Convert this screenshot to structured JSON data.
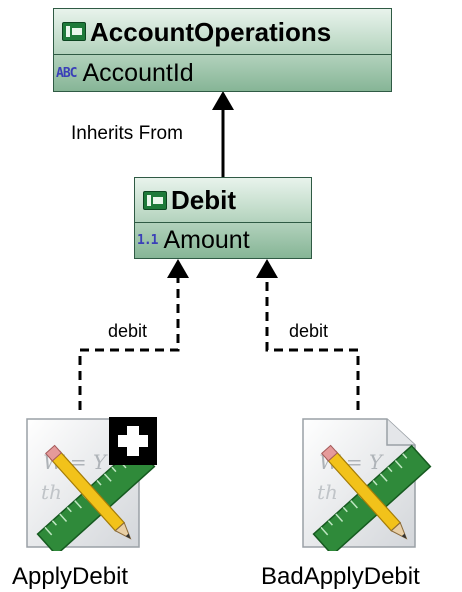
{
  "classes": {
    "account_operations": {
      "name": "AccountOperations",
      "attribute": {
        "name": "AccountId",
        "type_icon": "ABC"
      }
    },
    "debit": {
      "name": "Debit",
      "attribute": {
        "name": "Amount",
        "type_icon": "1.1"
      }
    }
  },
  "edges": {
    "inheritance_label": "Inherits From",
    "apply_debit_edge_label": "debit",
    "bad_apply_debit_edge_label": "debit"
  },
  "functions": {
    "apply_debit": {
      "name": "ApplyDebit",
      "icon": "ruler-pencil-icon",
      "badge": "add-icon"
    },
    "bad_apply_debit": {
      "name": "BadApplyDebit",
      "icon": "ruler-pencil-icon"
    }
  },
  "colors": {
    "class_fill_top": "#e8f3ec",
    "class_fill_bottom": "#86b596",
    "class_border": "#2f5a44",
    "class_icon": "#1e7a3a",
    "type_icon": "#3a3fb8",
    "ruler": "#2f8a3a",
    "pencil": "#f2c21a"
  }
}
